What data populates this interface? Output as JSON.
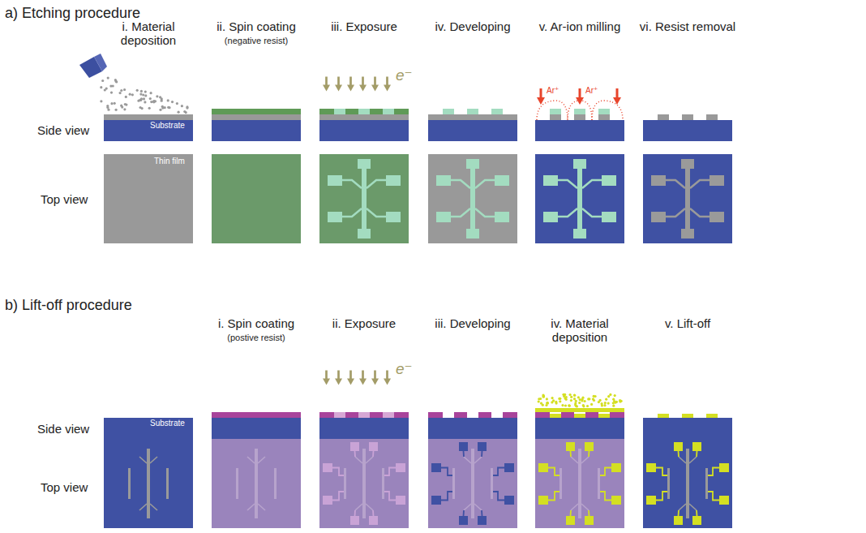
{
  "diagram": {
    "labels": [
      "a) Etching procedure",
      "i. Material deposition",
      "ii. Spin coating",
      "(negative resist)",
      "iii. Exposure",
      "e⁻",
      "iv. Developing",
      "v. Ar-ion milling",
      "Ar⁺",
      "Ar⁺",
      "vi. Resist removal",
      "Side view",
      "Substrate",
      "Thin film",
      "Top view",
      "b) Lift-off procedure",
      "i. Spin coating",
      "(postive resist)",
      "ii. Exposure",
      "e⁻",
      "iii. Developing",
      "iv. Material deposition",
      "v. Lift-off",
      "Side view",
      "Substrate",
      "Top view"
    ]
  }
}
